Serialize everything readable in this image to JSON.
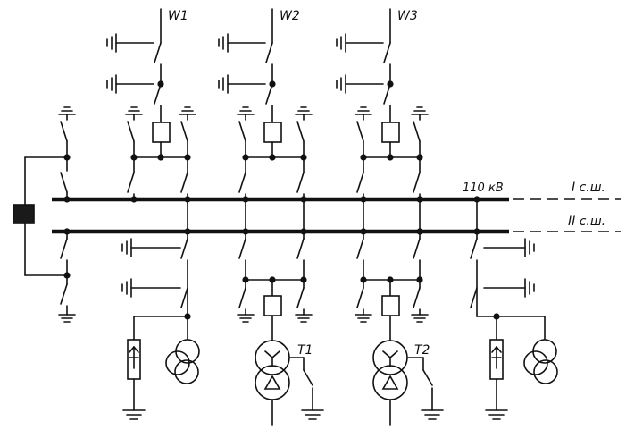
{
  "labels": {
    "line_1": "W1",
    "line_2": "W2",
    "line_3": "W3",
    "voltage": "110 кВ",
    "bus_1": "I с.ш.",
    "bus_2": "II с.ш.",
    "transformer_1": "T1",
    "transformer_2": "T2"
  },
  "colors": {
    "ink": "#111111",
    "background": "#ffffff"
  }
}
